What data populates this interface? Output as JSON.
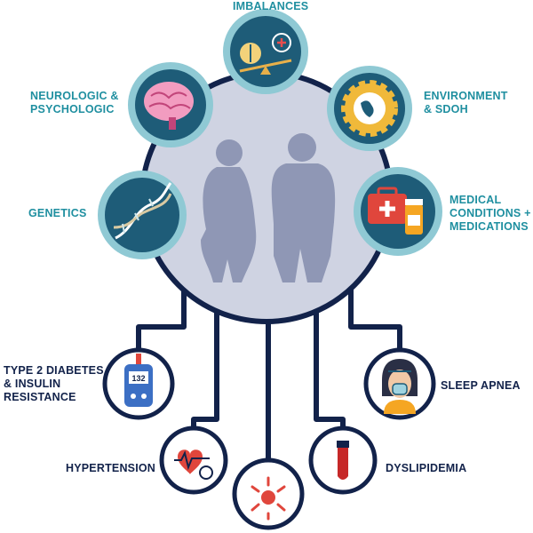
{
  "causes": {
    "imbalances": {
      "lines": [
        "IMBALANCES"
      ],
      "icon": "food-and-scale-icon"
    },
    "neurologic": {
      "lines": [
        "NEUROLOGIC &",
        "PSYCHOLOGIC"
      ],
      "icon": "brain-icon"
    },
    "environment": {
      "lines": [
        "ENVIRONMENT",
        "& SDOH"
      ],
      "icon": "globe-gear-icon"
    },
    "genetics": {
      "lines": [
        "GENETICS"
      ],
      "icon": "dna-icon"
    },
    "medical": {
      "lines": [
        "MEDICAL",
        "CONDITIONS +",
        "MEDICATIONS"
      ],
      "icon": "medical-kit-and-pills-icon"
    }
  },
  "complications": {
    "diabetes": {
      "lines": [
        "TYPE 2 DIABETES",
        "& INSULIN",
        "RESISTANCE"
      ],
      "icon": "glucose-meter-icon",
      "reading": "132"
    },
    "hypertension": {
      "lines": [
        "HYPERTENSION"
      ],
      "icon": "blood-pressure-cuff-icon"
    },
    "pain": {
      "lines": [],
      "icon": "joint-pain-icon"
    },
    "dyslipidemia": {
      "lines": [
        "DYSLIPIDEMIA"
      ],
      "icon": "blood-tube-icon"
    },
    "sleep_apnea": {
      "lines": [
        "SLEEP APNEA"
      ],
      "icon": "cpap-mask-icon"
    }
  },
  "colors": {
    "navy": "#12224a",
    "teal": "#1f8fa0",
    "circle_fill": "#cfd3e2",
    "silhouette": "#8f97b5",
    "icon_bg": "#1e5c78",
    "outer_ring": "#8fc9d4"
  }
}
